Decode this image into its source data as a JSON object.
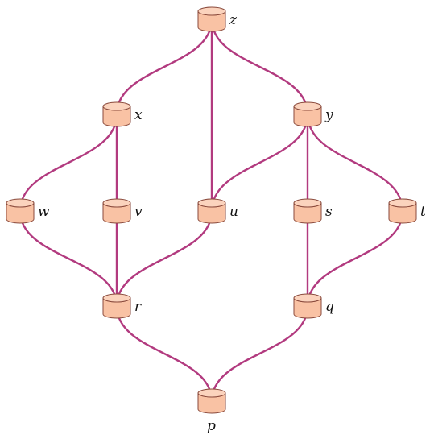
{
  "colors": {
    "edge": "#b23a7f",
    "node_fill": "#f9c2a4",
    "node_top": "#fbd3bd",
    "node_stroke": "#8a4a3c",
    "label": "#111111"
  },
  "nodes": [
    {
      "id": "z",
      "label": "z"
    },
    {
      "id": "x",
      "label": "x"
    },
    {
      "id": "y",
      "label": "y"
    },
    {
      "id": "w",
      "label": "w"
    },
    {
      "id": "v",
      "label": "v"
    },
    {
      "id": "u",
      "label": "u"
    },
    {
      "id": "s",
      "label": "s"
    },
    {
      "id": "t",
      "label": "t"
    },
    {
      "id": "r",
      "label": "r"
    },
    {
      "id": "q",
      "label": "q"
    },
    {
      "id": "p",
      "label": "p"
    }
  ],
  "edges": [
    {
      "from": "z",
      "to": "x"
    },
    {
      "from": "z",
      "to": "u"
    },
    {
      "from": "z",
      "to": "y"
    },
    {
      "from": "x",
      "to": "w"
    },
    {
      "from": "x",
      "to": "v"
    },
    {
      "from": "y",
      "to": "u"
    },
    {
      "from": "y",
      "to": "s"
    },
    {
      "from": "y",
      "to": "t"
    },
    {
      "from": "w",
      "to": "r"
    },
    {
      "from": "v",
      "to": "r"
    },
    {
      "from": "u",
      "to": "r"
    },
    {
      "from": "s",
      "to": "q"
    },
    {
      "from": "t",
      "to": "q"
    },
    {
      "from": "r",
      "to": "p"
    },
    {
      "from": "q",
      "to": "p"
    }
  ]
}
